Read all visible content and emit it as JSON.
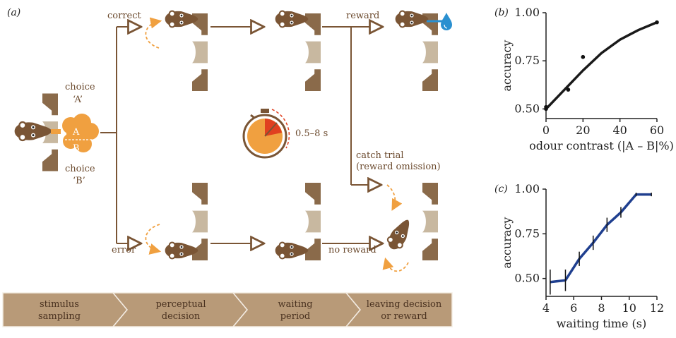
{
  "panel_labels": {
    "a": "(a)",
    "b": "(b)",
    "c": "(c)"
  },
  "labels": {
    "correct": "correct",
    "error": "error",
    "reward": "reward",
    "no_reward": "no reward",
    "choice_a_1": "choice",
    "choice_a_2": "‘A’",
    "choice_b_1": "choice",
    "choice_b_2": "‘B’",
    "odour_a": "A",
    "odour_b": "B",
    "timer": "0.5–8 s",
    "catch_1": "catch trial",
    "catch_2": "(reward omission)"
  },
  "stages": [
    {
      "line1": "stimulus",
      "line2": "sampling"
    },
    {
      "line1": "perceptual",
      "line2": "decision"
    },
    {
      "line1": "waiting",
      "line2": "period"
    },
    {
      "line1": "leaving decision",
      "line2": "or reward"
    }
  ],
  "colors": {
    "brown": "#7a5535",
    "port": "#8a6a4a",
    "port_mid": "#c8b8a0",
    "orange": "#f0a040",
    "red": "#e04020",
    "water": "#2a90d0",
    "stage_bar": "#b89a78",
    "panel_b_line": "#1a1a1a",
    "panel_c_line": "#1f3f8f"
  },
  "chart_data": [
    {
      "type": "scatter",
      "panel": "b",
      "xlabel": "odour contrast (|A – B|%)",
      "ylabel": "accuracy",
      "xlim": [
        0,
        60
      ],
      "ylim": [
        0.45,
        1.0
      ],
      "xticks": [
        "0",
        "20",
        "40",
        "60"
      ],
      "yticks": [
        "0.50",
        "0.75",
        "1.00"
      ],
      "points": [
        {
          "x": 0,
          "y": 0.5
        },
        {
          "x": 0,
          "y": 0.51
        },
        {
          "x": 12,
          "y": 0.6
        },
        {
          "x": 20,
          "y": 0.77
        },
        {
          "x": 60,
          "y": 0.95
        }
      ],
      "fit_curve": [
        {
          "x": 0,
          "y": 0.5
        },
        {
          "x": 10,
          "y": 0.6
        },
        {
          "x": 20,
          "y": 0.7
        },
        {
          "x": 30,
          "y": 0.79
        },
        {
          "x": 40,
          "y": 0.86
        },
        {
          "x": 50,
          "y": 0.91
        },
        {
          "x": 60,
          "y": 0.95
        }
      ]
    },
    {
      "type": "line",
      "panel": "c",
      "xlabel": "waiting time (s)",
      "ylabel": "accuracy",
      "xlim": [
        4,
        12
      ],
      "ylim": [
        0.4,
        1.0
      ],
      "xticks": [
        "4",
        "6",
        "8",
        "10",
        "12"
      ],
      "yticks": [
        "0.50",
        "0.75",
        "1.00"
      ],
      "series": [
        {
          "x": [
            4.3,
            5.4,
            6.4,
            7.4,
            8.4,
            9.4,
            10.5,
            11.6
          ],
          "values": [
            0.48,
            0.49,
            0.61,
            0.7,
            0.8,
            0.87,
            0.97,
            0.97
          ],
          "error": [
            0.07,
            0.06,
            0.04,
            0.04,
            0.04,
            0.03,
            0.01,
            0.01
          ]
        }
      ]
    }
  ]
}
